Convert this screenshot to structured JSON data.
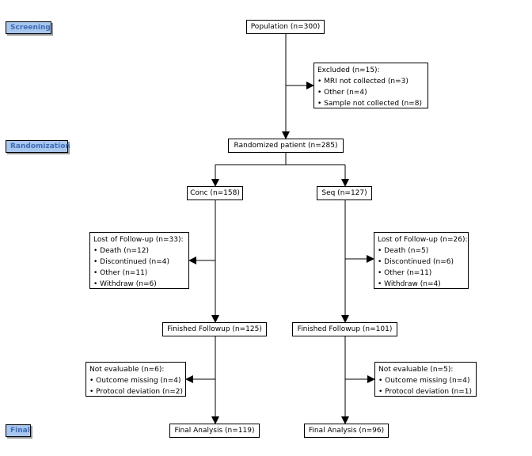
{
  "stages": {
    "screening": "Screening",
    "randomization": "Randomization",
    "final": "Final"
  },
  "nodes": {
    "population": "Population (n=300)",
    "excluded": {
      "title": "Excluded (n=15):",
      "items": [
        "• MRI not collected (n=3)",
        "• Other (n=4)",
        "• Sample not collected (n=8)"
      ]
    },
    "randomized": "Randomized patient (n=285)",
    "conc": {
      "arm": "Conc (n=158)",
      "lost": {
        "title": "Lost of Follow-up (n=33):",
        "items": [
          "• Death (n=12)",
          "• Discontinued (n=4)",
          "• Other (n=11)",
          "• Withdraw (n=6)"
        ]
      },
      "finished": "Finished Followup (n=125)",
      "not_evaluable": {
        "title": "Not evaluable (n=6):",
        "items": [
          "• Outcome missing (n=4)",
          "• Protocol deviation (n=2)"
        ]
      },
      "final": "Final Analysis (n=119)"
    },
    "seq": {
      "arm": "Seq (n=127)",
      "lost": {
        "title": "Lost of Follow-up (n=26):",
        "items": [
          "• Death (n=5)",
          "• Discontinued (n=6)",
          "• Other (n=11)",
          "• Withdraw (n=4)"
        ]
      },
      "finished": "Finished Followup (n=101)",
      "not_evaluable": {
        "title": "Not evaluable (n=5):",
        "items": [
          "• Outcome missing (n=4)",
          "• Protocol deviation (n=1)"
        ]
      },
      "final": "Final Analysis (n=96)"
    }
  }
}
